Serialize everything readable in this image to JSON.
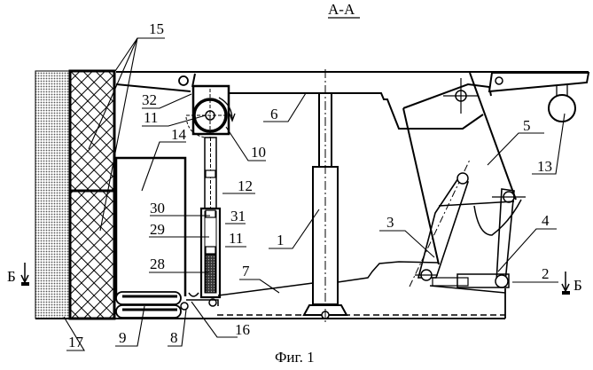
{
  "section_title": "А-А",
  "figure_caption": "Фиг. 1",
  "section_marker": "Б",
  "labels": {
    "l1": "1",
    "l2": "2",
    "l3": "3",
    "l4": "4",
    "l5": "5",
    "l6": "6",
    "l7": "7",
    "l8": "8",
    "l9": "9",
    "l10": "10",
    "l11a": "11",
    "l11b": "11",
    "l12": "12",
    "l13": "13",
    "l14": "14",
    "l15": "15",
    "l16": "16",
    "l17": "17",
    "l28": "28",
    "l29": "29",
    "l30": "30",
    "l31": "31",
    "l32": "32"
  },
  "colors": {
    "ink": "#000000",
    "paper": "#ffffff"
  }
}
